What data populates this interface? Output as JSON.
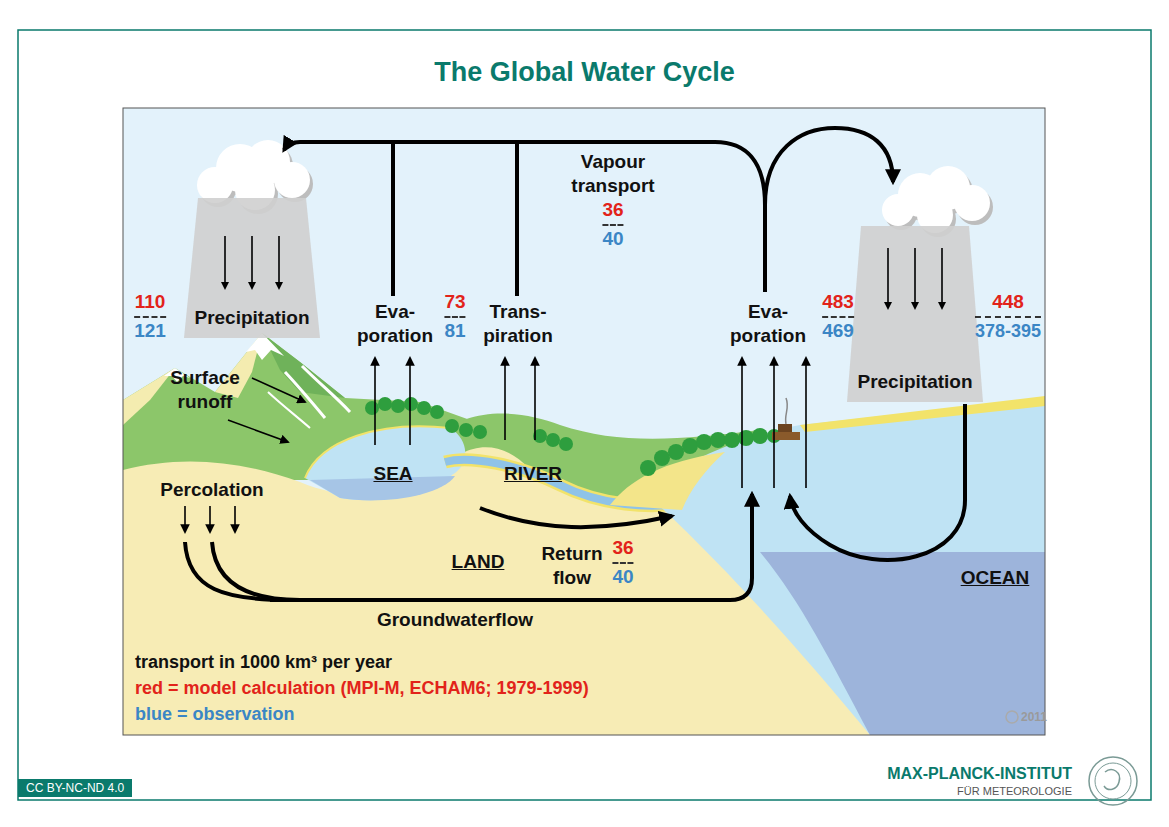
{
  "diagram": {
    "title": "The Global Water Cycle",
    "nodes": [
      {
        "text": [
          "Precipitation"
        ]
      },
      {
        "text": [
          "Precipitation"
        ]
      }
    ],
    "labels": [
      "Vapour transport",
      "36",
      "40",
      "110",
      "121",
      "Eva- poration",
      "73",
      "81",
      "Trans- piration",
      "Eva- poration",
      "483",
      "469",
      "448",
      "378-395",
      "Surface runoff",
      "SEA",
      "RIVER",
      "Percolation",
      "LAND",
      "Return flow",
      "36",
      "40",
      "OCEAN",
      "Groundwaterflow",
      "transport in 1000 km³ per year",
      "red = model calculation (MPI-M, ECHAM6; 1979-1999)",
      "blue = observation",
      "2011",
      "MAX-PLANCK-INSTITUT",
      "FÜR METEOROLOGIE",
      "CC BY-NC-ND 4.0"
    ]
  }
}
